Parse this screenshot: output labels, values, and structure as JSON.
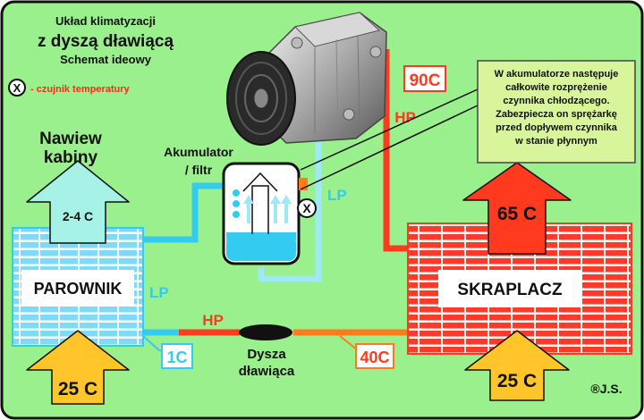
{
  "title": {
    "line1": "Układ klimatyzacji",
    "line2": "z dyszą dławiącą",
    "line3": "Schemat ideowy"
  },
  "legend": {
    "symbol": "X",
    "text": "- czujnik temperatury"
  },
  "cabin_airflow": {
    "line1": "Nawiew",
    "line2": "kabiny",
    "temperature": "2-4 C"
  },
  "accumulator": {
    "line1": "Akumulator",
    "line2": "/ filtr"
  },
  "sensor_symbol": "X",
  "note": {
    "lines": [
      "W akumulatorze następuje",
      "całkowite rozprężenie",
      "czynnika chłodzącego.",
      "Zabezpiecza on sprężarkę",
      "przed dopływem czynnika",
      "w stanie płynnym"
    ]
  },
  "evaporator": {
    "label": "PAROWNIK",
    "inlet_air_temp": "25 C",
    "outlet_temp": "1C"
  },
  "condenser": {
    "label": "SKRAPLACZ",
    "outlet_air_temp": "65 C",
    "inlet_air_temp": "25 C"
  },
  "compressor_out_temp": "90C",
  "nozzle_out_temp": "40C",
  "pressure_labels": {
    "hp_compressor": "HP",
    "lp_compressor": "LP",
    "lp_evaporator": "LP",
    "hp_line": "HP"
  },
  "nozzle": {
    "line1": "Dysza",
    "line2": "dławiąca"
  },
  "author": "®J.S.",
  "colors": {
    "background": "#9af08c",
    "frame": "#111111",
    "hot": "#ff3a1e",
    "warm": "#ff7a1a",
    "cold": "#33ccf0",
    "cold_fill": "#bfefff",
    "condenser_fill": "#ffd6d6",
    "note_fill": "#d8f59c",
    "arrow_cabin": "#a7f2e6",
    "arrow_intake": "#ffc52a"
  }
}
